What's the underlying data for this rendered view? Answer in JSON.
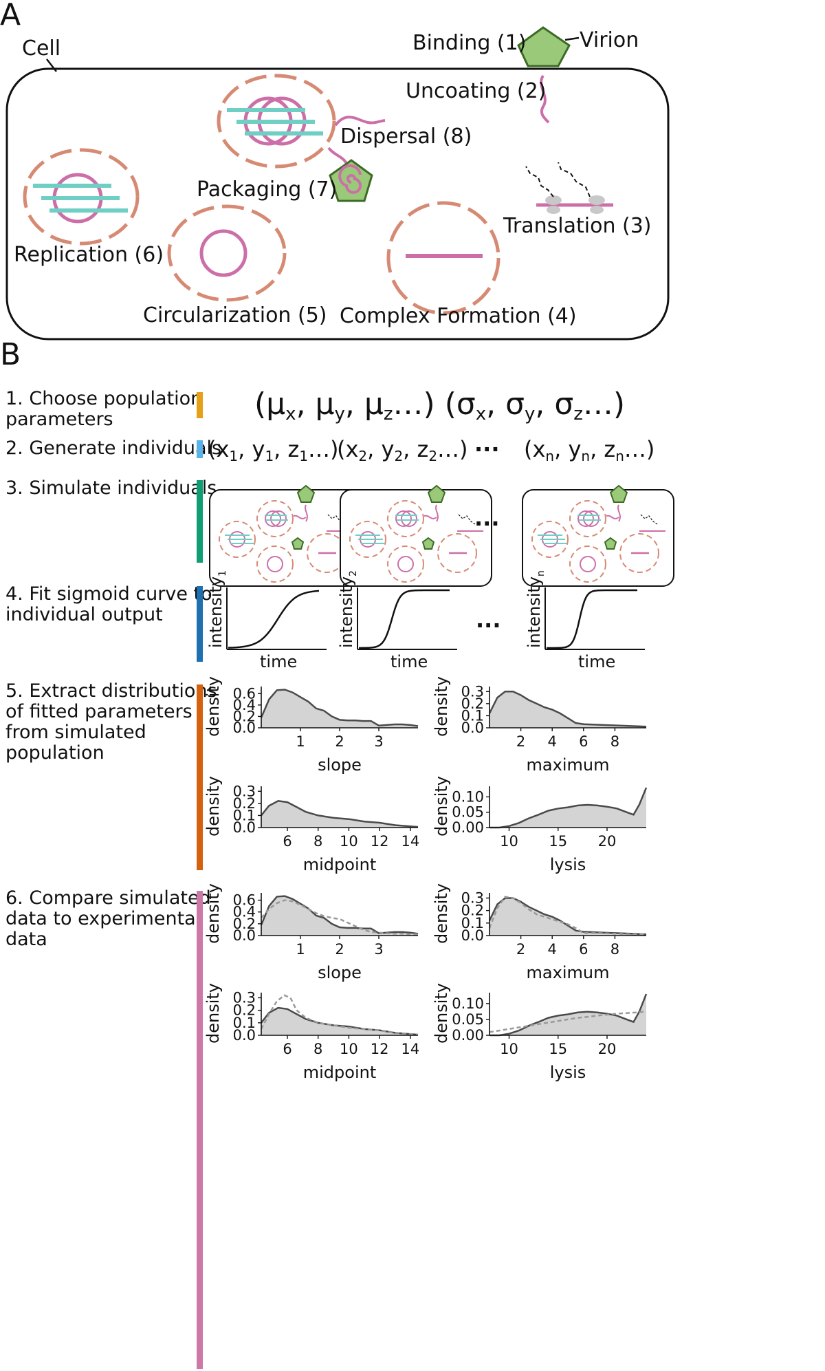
{
  "panel_a": {
    "label": "A",
    "cell_label": "Cell",
    "virion_label": "Virion",
    "stages": {
      "binding": "Binding (1)",
      "uncoating": "Uncoating (2)",
      "translation": "Translation (3)",
      "complex": "Complex Formation (4)",
      "circularization": "Circularization (5)",
      "replication": "Replication (6)",
      "packaging": "Packaging (7)",
      "dispersal": "Dispersal (8)"
    }
  },
  "panel_b": {
    "label": "B",
    "steps": [
      {
        "line1": "1. Choose population",
        "line2": "parameters"
      },
      {
        "line1": "2. Generate individuals"
      },
      {
        "line1": "3. Simulate individuals"
      },
      {
        "line1": "4. Fit sigmoid curve to",
        "line2": "individual output"
      },
      {
        "line1": "5. Extract distributions",
        "line2": "of fitted parameters",
        "line3": "from simulated",
        "line4": "population"
      },
      {
        "line1": "6. Compare simulated",
        "line2": "data to experimental",
        "line3": "data"
      }
    ],
    "step_colors": [
      "#e6a017",
      "#59b3e6",
      "#0f9d73",
      "#1f70b0",
      "#d4610f",
      "#cc79a7"
    ],
    "population_params": {
      "means": "(μ",
      "sigmas": "(σ"
    },
    "ellipsis": "···",
    "sigmoid_labels": {
      "y_labels": [
        "intensity",
        "intensity",
        "intensity"
      ],
      "y_subs": [
        "1",
        "2",
        "n"
      ],
      "x_label": "time"
    }
  },
  "chart_data": [
    {
      "type": "area",
      "panel": "step 5",
      "xlabel": "slope",
      "ylabel": "density",
      "xticks": [
        1,
        2,
        3
      ],
      "yticks": [
        0.0,
        0.2,
        0.4,
        0.6
      ],
      "xlim": [
        0,
        4
      ],
      "ylim": [
        0,
        0.7
      ],
      "series": [
        {
          "x": [
            0,
            0.2,
            0.4,
            0.6,
            0.8,
            1.0,
            1.2,
            1.4,
            1.6,
            1.8,
            2.0,
            2.2,
            2.4,
            2.6,
            2.8,
            3.0,
            3.2,
            3.4,
            3.6,
            3.8,
            4.0
          ],
          "y": [
            0.18,
            0.5,
            0.66,
            0.67,
            0.62,
            0.54,
            0.46,
            0.34,
            0.3,
            0.2,
            0.14,
            0.13,
            0.13,
            0.12,
            0.12,
            0.04,
            0.05,
            0.06,
            0.06,
            0.05,
            0.03
          ]
        }
      ]
    },
    {
      "type": "area",
      "panel": "step 5",
      "xlabel": "maximum",
      "ylabel": "density",
      "xticks": [
        2,
        4,
        6,
        8
      ],
      "yticks": [
        0.0,
        0.1,
        0.2,
        0.3
      ],
      "xlim": [
        0,
        10
      ],
      "ylim": [
        0,
        0.33
      ],
      "series": [
        {
          "x": [
            0,
            0.5,
            1.0,
            1.5,
            2.0,
            2.5,
            3.0,
            3.5,
            4.0,
            4.5,
            5.0,
            5.5,
            6.0,
            7.0,
            8.0,
            9.0,
            10.0
          ],
          "y": [
            0.12,
            0.25,
            0.3,
            0.3,
            0.27,
            0.23,
            0.2,
            0.17,
            0.15,
            0.12,
            0.08,
            0.04,
            0.03,
            0.025,
            0.02,
            0.015,
            0.01
          ]
        }
      ]
    },
    {
      "type": "area",
      "panel": "step 5",
      "xlabel": "midpoint",
      "ylabel": "density",
      "xticks": [
        6,
        8,
        10,
        12,
        14
      ],
      "yticks": [
        0.0,
        0.1,
        0.2,
        0.3
      ],
      "xlim": [
        4.3,
        14.5
      ],
      "ylim": [
        0,
        0.33
      ],
      "series": [
        {
          "x": [
            4.3,
            4.8,
            5.4,
            6.0,
            6.6,
            7.2,
            8.0,
            9.0,
            10.0,
            11.0,
            12.0,
            13.0,
            14.0,
            14.5
          ],
          "y": [
            0.1,
            0.18,
            0.22,
            0.21,
            0.17,
            0.13,
            0.1,
            0.08,
            0.07,
            0.05,
            0.04,
            0.02,
            0.01,
            0.005
          ]
        }
      ]
    },
    {
      "type": "area",
      "panel": "step 5",
      "xlabel": "lysis",
      "ylabel": "density",
      "xticks": [
        10,
        15,
        20
      ],
      "yticks": [
        0.0,
        0.05,
        0.1
      ],
      "xlim": [
        8,
        24
      ],
      "ylim": [
        0,
        0.13
      ],
      "series": [
        {
          "x": [
            8,
            9,
            10,
            11,
            12,
            13,
            14,
            15,
            16,
            17,
            18,
            19,
            20,
            21,
            22,
            22.7,
            23.3,
            24
          ],
          "y": [
            0.0,
            0.0,
            0.005,
            0.015,
            0.03,
            0.042,
            0.055,
            0.062,
            0.066,
            0.072,
            0.074,
            0.072,
            0.068,
            0.062,
            0.05,
            0.042,
            0.075,
            0.13
          ]
        }
      ]
    },
    {
      "type": "area",
      "panel": "step 6",
      "xlabel": "slope",
      "ylabel": "density",
      "xticks": [
        1,
        2,
        3
      ],
      "yticks": [
        0.0,
        0.2,
        0.4,
        0.6
      ],
      "xlim": [
        0,
        4
      ],
      "ylim": [
        0,
        0.7
      ],
      "series": [
        {
          "x": [
            0,
            0.2,
            0.4,
            0.6,
            0.8,
            1.0,
            1.2,
            1.4,
            1.6,
            1.8,
            2.0,
            2.2,
            2.4,
            2.6,
            2.8,
            3.0,
            3.2,
            3.4,
            3.6,
            3.8,
            4.0
          ],
          "y": [
            0.18,
            0.5,
            0.66,
            0.67,
            0.62,
            0.54,
            0.46,
            0.34,
            0.3,
            0.2,
            0.14,
            0.13,
            0.13,
            0.12,
            0.12,
            0.04,
            0.05,
            0.06,
            0.06,
            0.05,
            0.03
          ]
        },
        {
          "x": [
            0,
            0.2,
            0.4,
            0.6,
            0.8,
            1.0,
            1.2,
            1.4,
            1.6,
            1.8,
            2.0,
            2.2,
            2.4,
            2.6,
            2.8,
            3.0,
            3.2,
            3.4,
            3.6,
            3.8,
            4.0
          ],
          "y": [
            0.3,
            0.45,
            0.55,
            0.6,
            0.58,
            0.52,
            0.45,
            0.38,
            0.33,
            0.3,
            0.28,
            0.22,
            0.16,
            0.1,
            0.06,
            0.05,
            0.04,
            0.03,
            0.03,
            0.02,
            0.02
          ]
        }
      ]
    },
    {
      "type": "area",
      "panel": "step 6",
      "xlabel": "maximum",
      "ylabel": "density",
      "xticks": [
        2,
        4,
        6,
        8
      ],
      "yticks": [
        0.0,
        0.1,
        0.2,
        0.3
      ],
      "xlim": [
        0,
        10
      ],
      "ylim": [
        0,
        0.33
      ],
      "series": [
        {
          "x": [
            0,
            0.5,
            1.0,
            1.5,
            2.0,
            2.5,
            3.0,
            3.5,
            4.0,
            4.5,
            5.0,
            5.5,
            6.0,
            7.0,
            8.0,
            9.0,
            10.0
          ],
          "y": [
            0.12,
            0.25,
            0.3,
            0.3,
            0.27,
            0.23,
            0.2,
            0.17,
            0.15,
            0.12,
            0.08,
            0.04,
            0.03,
            0.025,
            0.02,
            0.015,
            0.01
          ]
        },
        {
          "x": [
            0,
            0.5,
            1.0,
            1.5,
            2.0,
            2.5,
            3.0,
            3.5,
            4.0,
            4.5,
            5.0,
            5.5,
            6.0,
            7.0,
            8.0,
            9.0,
            10.0
          ],
          "y": [
            0.06,
            0.22,
            0.31,
            0.3,
            0.26,
            0.21,
            0.17,
            0.15,
            0.13,
            0.11,
            0.09,
            0.06,
            0.02,
            0.02,
            0.015,
            0.01,
            0.01
          ]
        }
      ]
    },
    {
      "type": "area",
      "panel": "step 6",
      "xlabel": "midpoint",
      "ylabel": "density",
      "xticks": [
        6,
        8,
        10,
        12,
        14
      ],
      "yticks": [
        0.0,
        0.1,
        0.2,
        0.3
      ],
      "xlim": [
        4.3,
        14.5
      ],
      "ylim": [
        0,
        0.33
      ],
      "series": [
        {
          "x": [
            4.3,
            4.8,
            5.4,
            6.0,
            6.6,
            7.2,
            8.0,
            9.0,
            10.0,
            11.0,
            12.0,
            13.0,
            14.0,
            14.5
          ],
          "y": [
            0.1,
            0.18,
            0.22,
            0.21,
            0.17,
            0.13,
            0.1,
            0.08,
            0.07,
            0.05,
            0.04,
            0.02,
            0.01,
            0.005
          ]
        },
        {
          "x": [
            4.3,
            4.8,
            5.3,
            5.8,
            6.2,
            6.6,
            7.2,
            8.0,
            9.0,
            10.0,
            11.0,
            12.0,
            13.0,
            14.0,
            14.5
          ],
          "y": [
            0.05,
            0.17,
            0.27,
            0.32,
            0.3,
            0.2,
            0.14,
            0.1,
            0.08,
            0.06,
            0.05,
            0.04,
            0.02,
            0.01,
            0.005
          ]
        }
      ]
    },
    {
      "type": "area",
      "panel": "step 6",
      "xlabel": "lysis",
      "ylabel": "density",
      "xticks": [
        10,
        15,
        20
      ],
      "yticks": [
        0.0,
        0.05,
        0.1
      ],
      "xlim": [
        8,
        24
      ],
      "ylim": [
        0,
        0.13
      ],
      "series": [
        {
          "x": [
            8,
            9,
            10,
            11,
            12,
            13,
            14,
            15,
            16,
            17,
            18,
            19,
            20,
            21,
            22,
            22.7,
            23.3,
            24
          ],
          "y": [
            0.0,
            0.0,
            0.005,
            0.015,
            0.03,
            0.042,
            0.055,
            0.062,
            0.066,
            0.072,
            0.074,
            0.072,
            0.068,
            0.062,
            0.05,
            0.042,
            0.075,
            0.13
          ]
        },
        {
          "x": [
            8,
            9,
            10,
            11,
            12,
            13,
            14,
            15,
            16,
            17,
            18,
            19,
            20,
            21,
            22,
            23,
            24
          ],
          "y": [
            0.01,
            0.015,
            0.02,
            0.025,
            0.03,
            0.035,
            0.04,
            0.045,
            0.05,
            0.055,
            0.058,
            0.062,
            0.065,
            0.068,
            0.07,
            0.072,
            0.075
          ]
        }
      ]
    }
  ]
}
